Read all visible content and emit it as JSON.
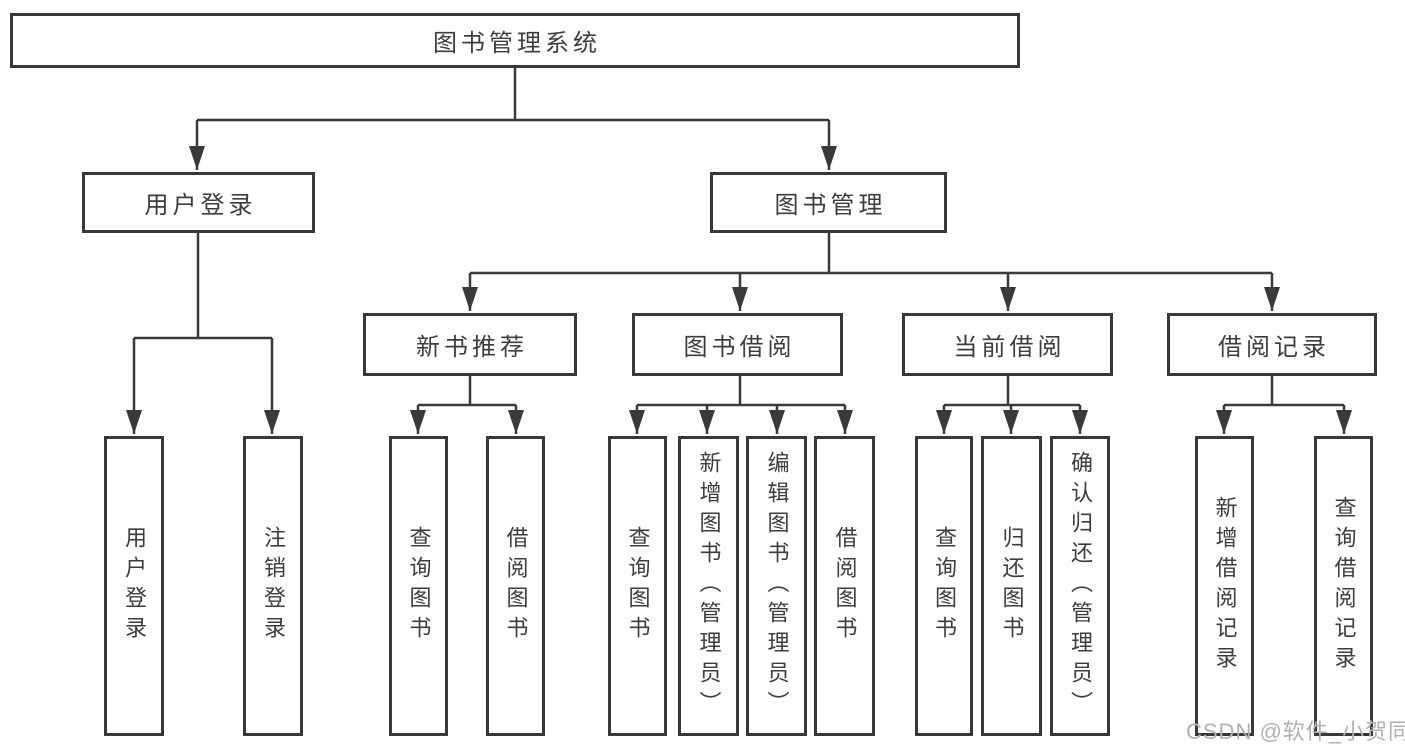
{
  "diagram": {
    "title": "图书管理系统",
    "root": {
      "label": "图书管理系统"
    },
    "level1": [
      {
        "label": "用户登录"
      },
      {
        "label": "图书管理"
      }
    ],
    "level2": [
      {
        "label": "新书推荐"
      },
      {
        "label": "图书借阅"
      },
      {
        "label": "当前借阅"
      },
      {
        "label": "借阅记录"
      }
    ],
    "leaves": {
      "user_login": [
        {
          "label": "用户登录"
        },
        {
          "label": "注销登录"
        }
      ],
      "new_book_recommend": [
        {
          "label": "查询图书"
        },
        {
          "label": "借阅图书"
        }
      ],
      "book_borrow": [
        {
          "label": "查询图书"
        },
        {
          "label": "新增图书（管理员）"
        },
        {
          "label": "编辑图书（管理员）"
        },
        {
          "label": "借阅图书"
        }
      ],
      "current_borrow": [
        {
          "label": "查询图书"
        },
        {
          "label": "归还图书"
        },
        {
          "label": "确认归还（管理员）"
        }
      ],
      "borrow_record": [
        {
          "label": "新增借阅记录"
        },
        {
          "label": "查询借阅记录"
        }
      ]
    }
  },
  "watermark": {
    "text": "CSDN @软件_小贺同学"
  },
  "colors": {
    "line": "#3a3a3a",
    "box_border": "#383838",
    "box_fill": "#ffffff",
    "text": "#3d3d3d",
    "watermark": "#b2b0b0",
    "background": "#ffffff"
  }
}
